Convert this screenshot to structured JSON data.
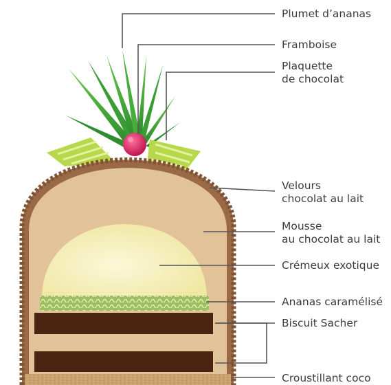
{
  "labels": {
    "plumet": "Plumet d’ananas",
    "framboise": "Framboise",
    "plaquette": [
      "Plaquette",
      "de chocolat"
    ],
    "velours": [
      "Velours",
      "chocolat au lait"
    ],
    "mousse": [
      "Mousse",
      "au chocolat au lait"
    ],
    "cremeux": "Crémeux exotique",
    "ananas": "Ananas caramélisé",
    "biscuit": "Biscuit Sacher",
    "croustillant": "Croustillant coco"
  },
  "colors": {
    "velours": "#9a6a47",
    "mousse": "#e1c299",
    "cremeux": "#f6f1bd",
    "ananas": "#8fb25a",
    "biscuit": "#4a2410",
    "croustillant": "#c9a170",
    "leaf": "#3aa035",
    "leaf_light": "#7fcf4a",
    "plaquette": "#b7d84a",
    "framboise": "#d81e5b",
    "line": "#555555"
  }
}
